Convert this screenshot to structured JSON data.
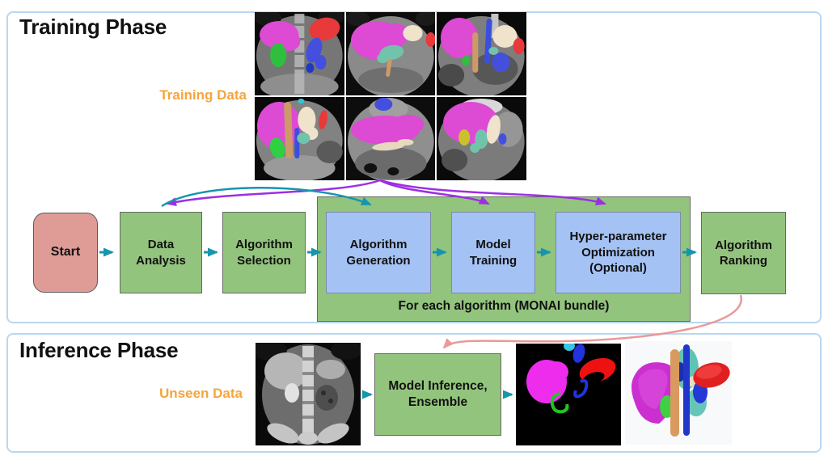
{
  "training": {
    "title": "Training Phase",
    "data_label": "Training Data",
    "boxes": {
      "start": "Start",
      "data_analysis": "Data Analysis",
      "algorithm_selection": "Algorithm Selection",
      "algorithm_generation": "Algorithm Generation",
      "model_training": "Model Training",
      "hyperparameter_optimization": "Hyper-parameter Optimization (Optional)",
      "loop_caption": "For each algorithm (MONAI bundle)",
      "algorithm_ranking": "Algorithm Ranking"
    }
  },
  "inference": {
    "title": "Inference Phase",
    "data_label": "Unseen Data",
    "boxes": {
      "model_inference": "Model Inference, Ensemble"
    }
  },
  "colors": {
    "panel_border": "#b9d7f2",
    "green_fill": "#93c47d",
    "green_border": "#666a63",
    "blue_fill": "#a4c2f4",
    "blue_border": "#7d8ba6",
    "pink_fill": "#df9c97",
    "pink_border": "#595959",
    "teal_arrow": "#1695ae",
    "purple_arrow": "#9c2fe3",
    "pink_arrow": "#ea9999",
    "orange_label": "#f6a53c",
    "title_text": "#111111",
    "box_text": "#111111"
  }
}
